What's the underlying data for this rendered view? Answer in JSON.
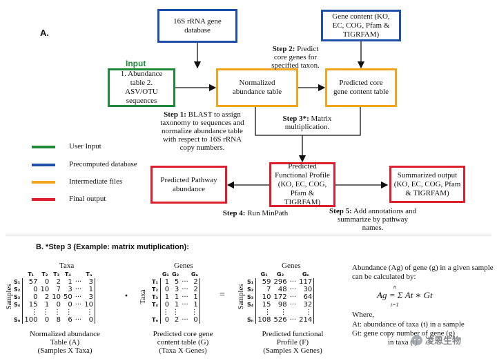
{
  "section_a": "A.",
  "section_b": "B. *Step 3 (Example: matrix mutiplication):",
  "input_title": "Input",
  "boxes": {
    "db16s": "16S rRNA gene database",
    "gene_content": "Gene content (KO, EC, COG, Pfam & TIGRFAM)",
    "input": "1. Abundance table 2. ASV/OTU sequences",
    "norm_table": "Normalized abundance table",
    "pred_core": "Predicted core gene content table",
    "func_profile": "Predicted Functional Profile (KO, EC, COG, Pfam & TIGRFAM)",
    "pathway": "Predicted Pathway abundance",
    "summarized": "Summarized output (KO, EC, COG, Pfam & TIGRFAM)"
  },
  "steps": {
    "s1_label": "Step 1:",
    "s1_text": "BLAST to assign taxonomy to sequences and normalize abundance table with respect to 16S rRNA copy numbers.",
    "s2_label": "Step 2:",
    "s2_text": "Predict core genes for specified taxon.",
    "s3_label": "Step 3*:",
    "s3_text": "Matrix multiplication.",
    "s4_label": "Step 4:",
    "s4_text": "Run MinPath",
    "s5_label": "Step 5:",
    "s5_text": "Add annotations and summarize by pathway names."
  },
  "legend": [
    {
      "label": "User Input",
      "color": "#1e8a3a"
    },
    {
      "label": "Precomputed database",
      "color": "#1f4ea8"
    },
    {
      "label": "Intermediate files",
      "color": "#f2a51c"
    },
    {
      "label": "Final output",
      "color": "#dc1e2d"
    }
  ],
  "matrix_a": {
    "title": "Taxa",
    "side": "Samples",
    "cols": [
      "T₁",
      "T₂",
      "T₃",
      "T₄",
      "",
      "Tₙ"
    ],
    "rows": [
      "S₁",
      "S₂",
      "S₃",
      "S₄",
      "",
      "Sₙ"
    ],
    "cells": [
      [
        "57",
        "0",
        "2",
        "1",
        "···",
        "3"
      ],
      [
        "0",
        "10",
        "7",
        "3",
        "···",
        "1"
      ],
      [
        "0",
        "2",
        "10",
        "50",
        "···",
        "3"
      ],
      [
        "15",
        "1",
        "0",
        "0",
        "···",
        "10"
      ],
      [
        "⋮",
        "⋮",
        "⋮",
        "⋮",
        "",
        "⋮"
      ],
      [
        "100",
        "0",
        "8",
        "6",
        "···",
        "0"
      ]
    ],
    "caption1": "Normalized abundance",
    "caption2": "Table (A)",
    "caption3": "(Samples X Taxa)"
  },
  "dot": "·",
  "matrix_g": {
    "title": "Genes",
    "side": "Taxa",
    "cols": [
      "G₁",
      "G₂",
      "",
      "Gₙ"
    ],
    "rows": [
      "T₁",
      "T₂",
      "T₃",
      "T₄",
      "",
      "Tₙ"
    ],
    "cells": [
      [
        "1",
        "5",
        "···",
        "2"
      ],
      [
        "0",
        "3",
        "···",
        "2"
      ],
      [
        "1",
        "1",
        "···",
        "1"
      ],
      [
        "0",
        "1",
        "···",
        "1"
      ],
      [
        "⋮",
        "⋮",
        "",
        "⋮"
      ],
      [
        "0",
        "2",
        "···",
        "0"
      ]
    ],
    "caption1": "Predicted core gene",
    "caption2": "content table (G)",
    "caption3": "(Taxa X Genes)"
  },
  "equals": "=",
  "matrix_f": {
    "title": "Genes",
    "side": "Samples",
    "cols": [
      "G₁",
      "G₂",
      "",
      "Gₙ"
    ],
    "rows": [
      "S₁",
      "S₂",
      "S₃",
      "S₄",
      "",
      "Sₙ"
    ],
    "cells": [
      [
        "59",
        "296",
        "···",
        "117"
      ],
      [
        "7",
        "48",
        "···",
        "30"
      ],
      [
        "10",
        "172",
        "···",
        "64"
      ],
      [
        "15",
        "98",
        "···",
        "32"
      ],
      [
        "⋮",
        "⋮",
        "",
        "⋮"
      ],
      [
        "108",
        "526",
        "···",
        "214"
      ]
    ],
    "caption1": "Predicted functional",
    "caption2": "Profile (F)",
    "caption3": "(Samples X Genes)"
  },
  "formula": {
    "intro": "Abundance (Ag) of gene (g) in a given sample can be calculated by:",
    "equation": "Ag = Σ At ∗ Gt",
    "sum_top": "n",
    "sum_bottom": "t=1",
    "where": "Where,",
    "def_a": "At: abundance of taxa (t) in a sample",
    "def_g": "Gt: gene copy number of gene (g)",
    "def_g2": "in taxa (t)"
  },
  "watermark": "凌恩生物"
}
